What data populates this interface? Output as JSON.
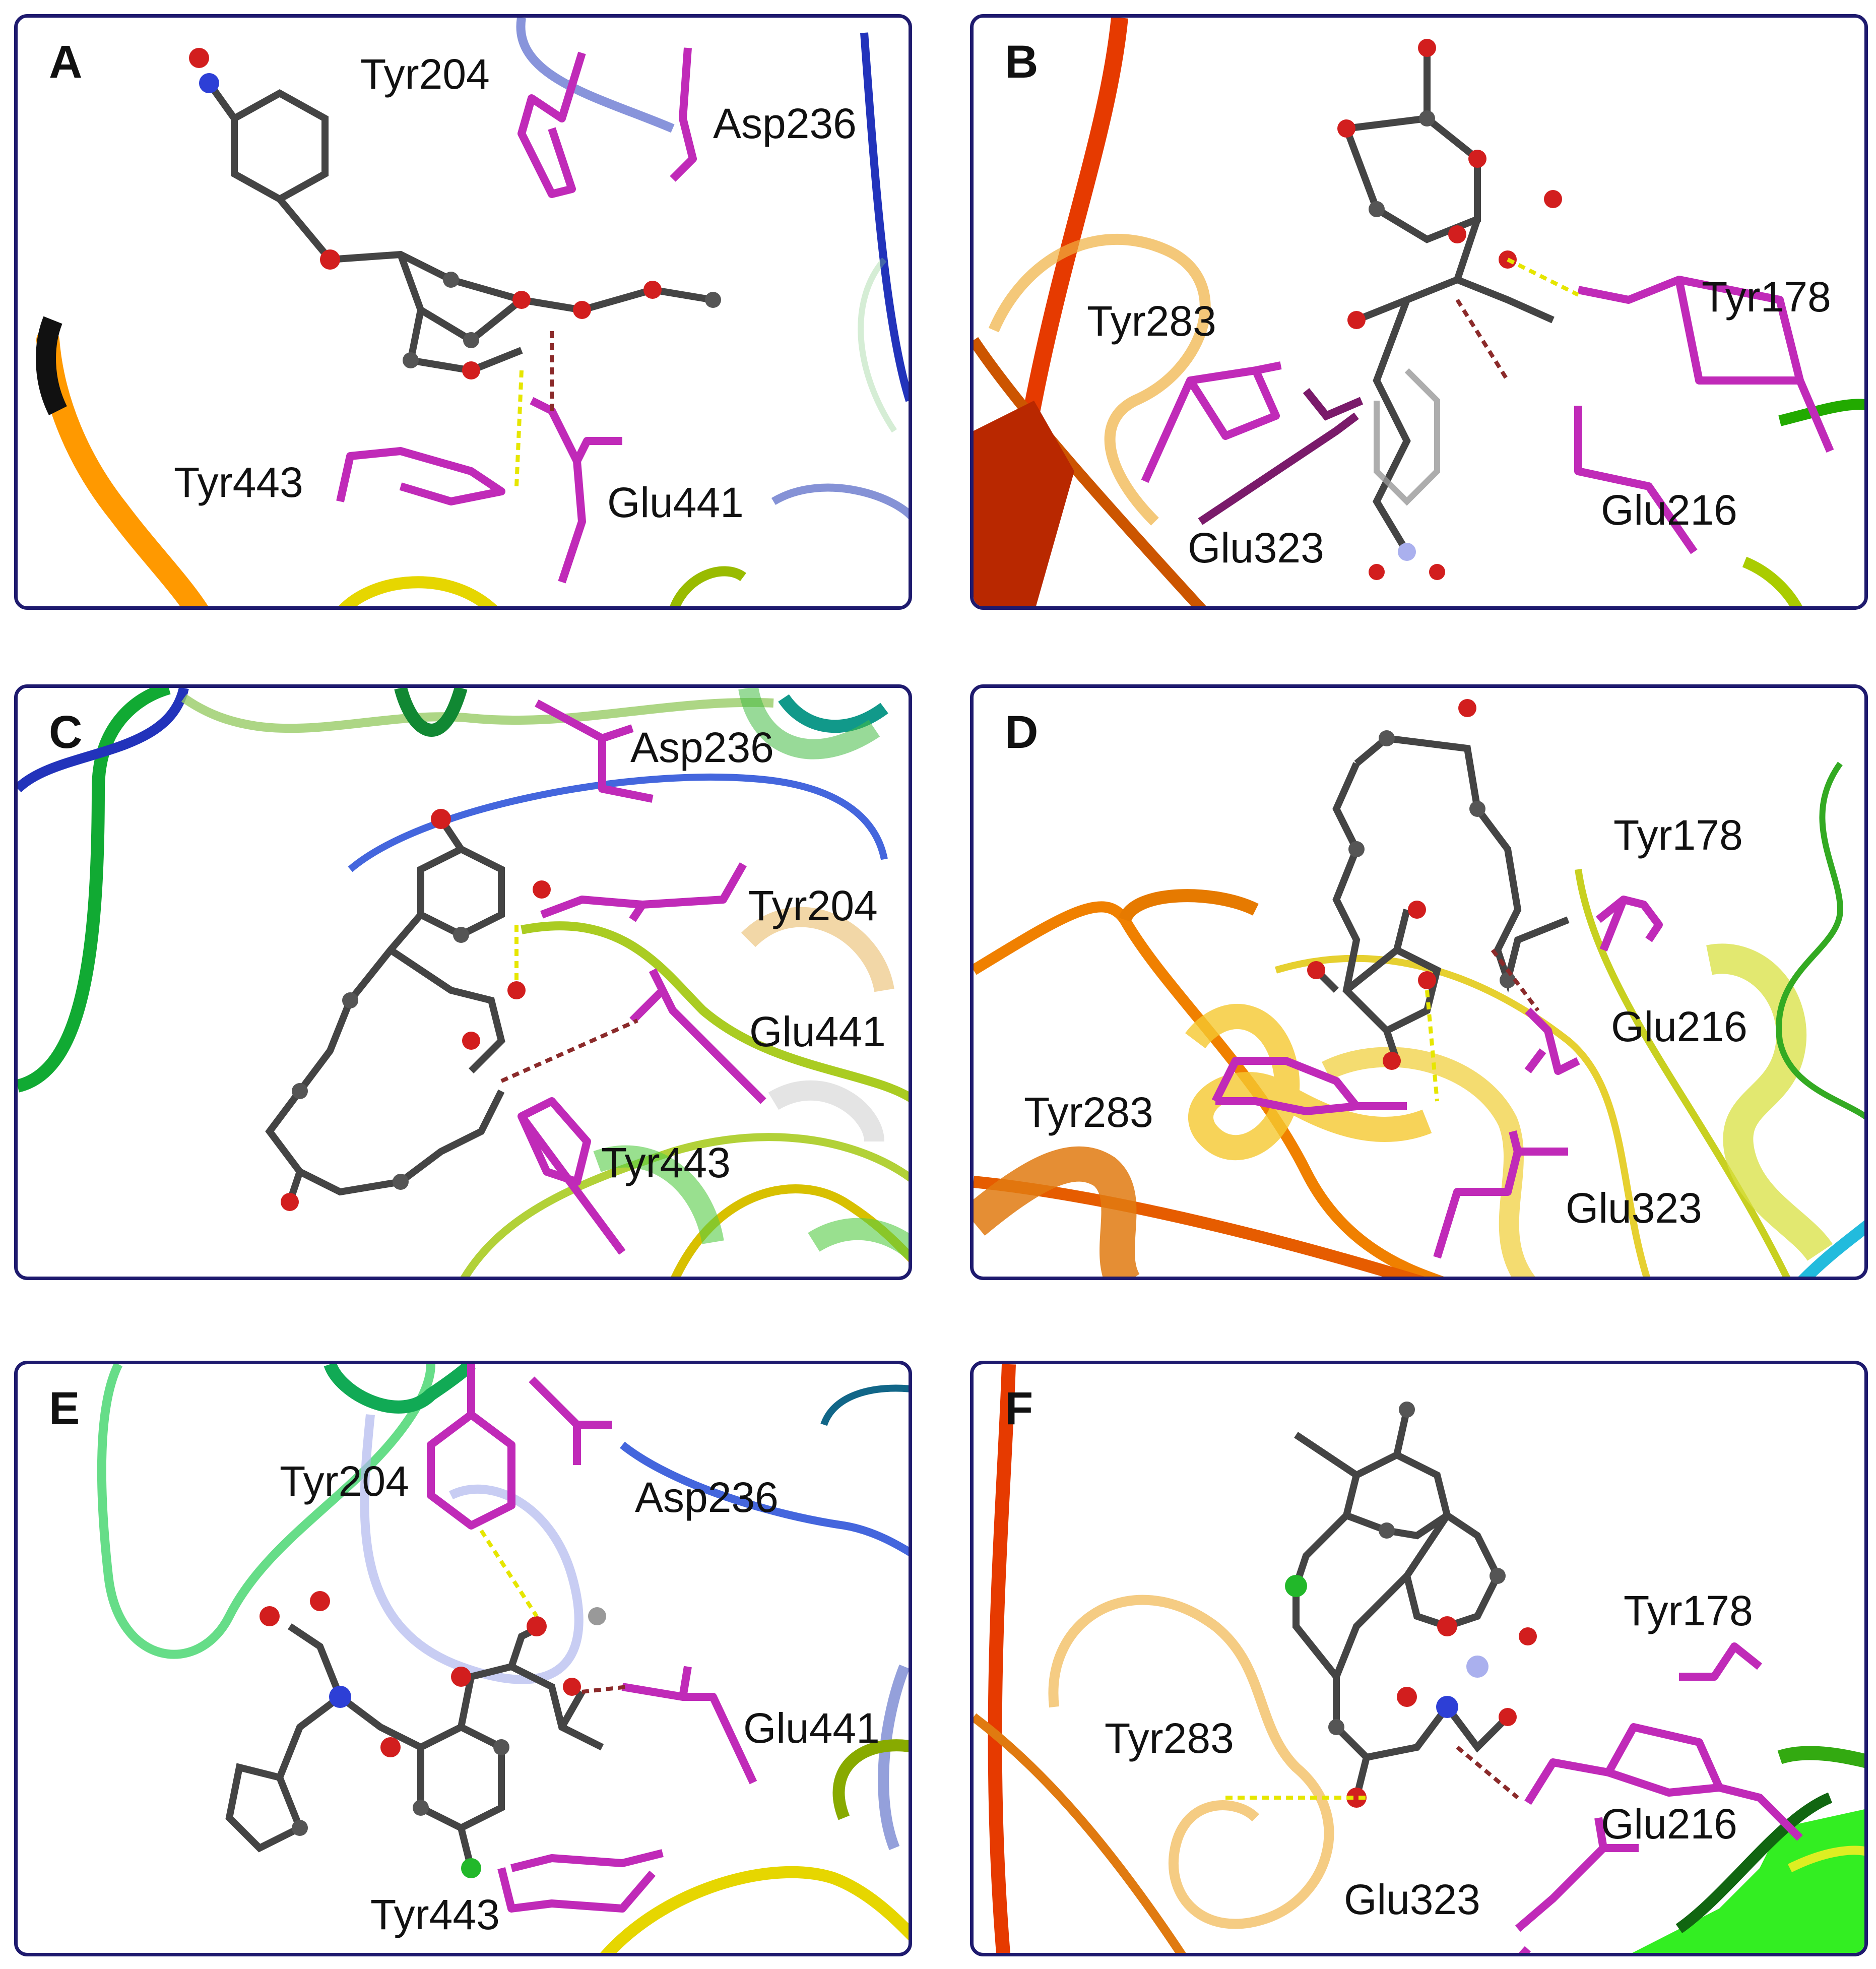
{
  "colors": {
    "frame": "#1e1a6e",
    "residue": "#c02ab8",
    "residue_dark": "#7a1a6a",
    "ligand_carbon": "#444444",
    "oxygen": "#d21e1e",
    "nitrogen": "#2d3fd6",
    "chlorine": "#22b82a",
    "hbond_yellow": "#e6e600",
    "hbond_red": "#8b2a2a"
  },
  "panels": [
    {
      "letter": "A",
      "labels": [
        "Tyr204",
        "Asp236",
        "Tyr443",
        "Glu441"
      ]
    },
    {
      "letter": "B",
      "labels": [
        "Tyr283",
        "Tyr178",
        "Glu323",
        "Glu216"
      ]
    },
    {
      "letter": "C",
      "labels": [
        "Asp236",
        "Tyr204",
        "Glu441",
        "Tyr443"
      ]
    },
    {
      "letter": "D",
      "labels": [
        "Tyr178",
        "Glu216",
        "Tyr283",
        "Glu323"
      ]
    },
    {
      "letter": "E",
      "labels": [
        "Tyr204",
        "Asp236",
        "Glu441",
        "Tyr443"
      ]
    },
    {
      "letter": "F",
      "labels": [
        "Tyr178",
        "Tyr283",
        "Glu216",
        "Glu323"
      ]
    }
  ]
}
